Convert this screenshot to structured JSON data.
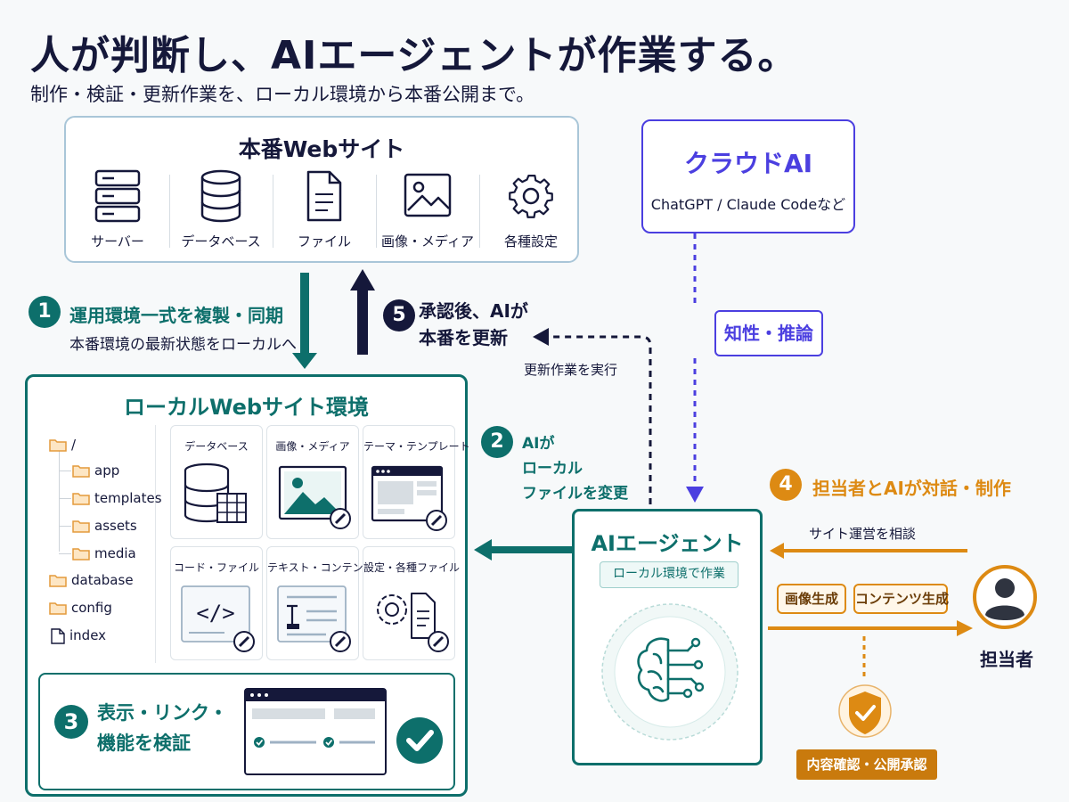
{
  "title": "人が判断し、AIエージェントが作業する。",
  "subtitle": "制作・検証・更新作業を、ローカル環境から本番公開まで。",
  "production": {
    "title": "本番Webサイト",
    "items": [
      {
        "label": "サーバー",
        "icon": "server-icon"
      },
      {
        "label": "データベース",
        "icon": "database-icon"
      },
      {
        "label": "ファイル",
        "icon": "file-icon"
      },
      {
        "label": "画像・メディア",
        "icon": "image-icon"
      },
      {
        "label": "各種設定",
        "icon": "gear-icon"
      }
    ]
  },
  "cloud_ai": {
    "title": "クラウドAI",
    "subtitle": "ChatGPT / Claude Codeなど",
    "reasoning_label": "知性・推論"
  },
  "steps": {
    "s1": {
      "number": "1",
      "title": "運用環境一式を複製・同期",
      "subtitle": "本番環境の最新状態をローカルへ"
    },
    "s2": {
      "number": "2",
      "line1": "AIが",
      "line2": "ローカル",
      "line3": "ファイルを変更"
    },
    "s3": {
      "number": "3",
      "line1": "表示・リンク・",
      "line2": "機能を検証"
    },
    "s4": {
      "number": "4",
      "title": "担当者とAIが対話・制作",
      "consult_label": "サイト運営を相談",
      "tag_image": "画像生成",
      "tag_content": "コンテンツ生成"
    },
    "s5": {
      "number": "5",
      "line1": "承認後、AIが",
      "line2": "本番を更新",
      "exec_label": "更新作業を実行"
    }
  },
  "local": {
    "title": "ローカルWebサイト環境",
    "tree": {
      "root": "/",
      "children": [
        "app",
        "templates",
        "assets",
        "media"
      ],
      "siblings": [
        "database",
        "config"
      ],
      "file": "index"
    },
    "cards": [
      {
        "label": "データベース",
        "icon": "database-table-icon"
      },
      {
        "label": "画像・メディア",
        "icon": "image-edit-icon"
      },
      {
        "label": "テーマ・テンプレート",
        "icon": "template-edit-icon"
      },
      {
        "label": "コード・ファイル",
        "icon": "code-edit-icon"
      },
      {
        "label": "テキスト・コンテンツ",
        "icon": "text-edit-icon"
      },
      {
        "label": "設定・各種ファイル",
        "icon": "settings-file-edit-icon"
      }
    ]
  },
  "agent": {
    "title": "AIエージェント",
    "tag": "ローカル環境で作業"
  },
  "person": {
    "label": "担当者",
    "approve_label": "内容確認・公開承認"
  },
  "colors": {
    "navy": "#15183a",
    "teal": "#0d6f6b",
    "purple": "#4b3fe0",
    "orange": "#dd8a13",
    "folder": "#e39a3b"
  }
}
